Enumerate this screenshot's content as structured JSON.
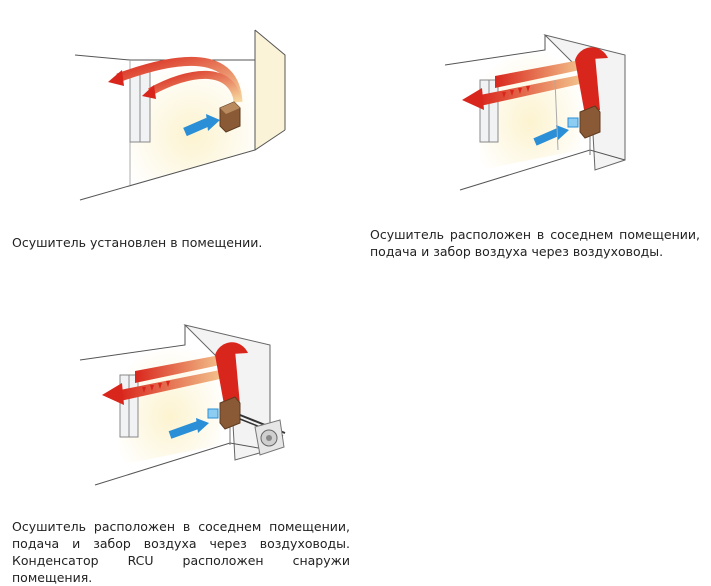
{
  "captions": {
    "in_room": "Осушитель установлен в помещении.",
    "adjacent_room": "Осушитель расположен в соседнем помещении, подача и забор воздуха через воздуховоды.",
    "adjacent_room_rcu": "Осушитель расположен в соседнем помещении, подача и забор воздуха через воздуховоды. Конденсатор RCU расположен снаружи помещения."
  },
  "colors": {
    "warm_air": "#d9261c",
    "cold_air": "#2a8fd6",
    "wall_glow": "#fbf0c8",
    "unit_brown": "#8a5a36",
    "line": "#555555"
  }
}
